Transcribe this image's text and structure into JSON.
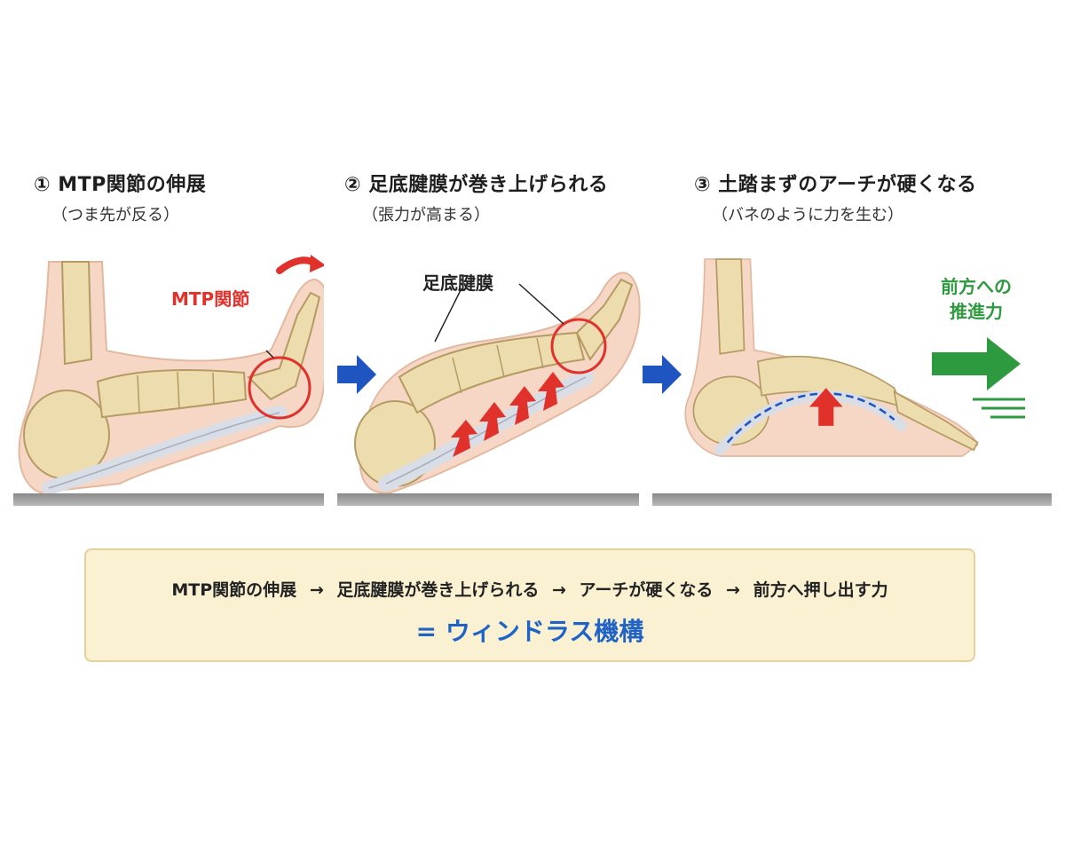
{
  "steps": [
    {
      "title": "① MTP関節の伸展",
      "subtitle": "（つま先が反る）",
      "callout": "MTP関節"
    },
    {
      "title": "② 足底腱膜が巻き上げられる",
      "subtitle": "（張力が高まる）",
      "callout": "足底腱膜"
    },
    {
      "title": "③ 土踏まずのアーチが硬くなる",
      "subtitle": "（バネのように力を生む）",
      "callout_line1": "前方への",
      "callout_line2": "推進力"
    }
  ],
  "summary": {
    "sequence": [
      "MTP関節の伸展",
      "→",
      "足底腱膜が巻き上げられる",
      "→",
      "アーチが硬くなる",
      "→",
      "前方へ押し出す力"
    ],
    "result": "= ウィンドラス機構"
  },
  "colors": {
    "accent_red": "#e0312b",
    "arrow_blue": "#1f55c0",
    "propulsion_green": "#2e9a3f",
    "bone": "#ecdcae",
    "skin": "#f6d7c6",
    "fascia": "#d8dde6",
    "summary_bg": "#faf1d2",
    "result_blue": "#1f63c6"
  },
  "icons": [
    "flow-arrow-icon",
    "curved-rotation-arrow-icon",
    "upward-force-arrow-icon",
    "propulsion-arrow-icon"
  ]
}
